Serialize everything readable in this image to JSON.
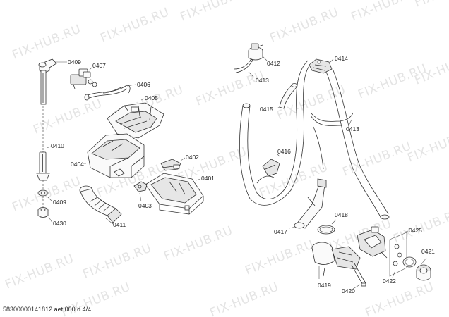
{
  "watermark": "FIX-HUB.RU",
  "footer": "58300000141812 aet 000 d 4/4",
  "labels": {
    "p0409a": "0409",
    "p0407": "0407",
    "p0406": "0406",
    "p0405": "0405",
    "p0410": "0410",
    "p0404": "0404",
    "p0402": "0402",
    "p0401": "0401",
    "p0403": "0403",
    "p0409b": "0409",
    "p0430": "0430",
    "p0411": "0411",
    "p0412": "0412",
    "p0413a": "0413",
    "p0414": "0414",
    "p0415": "0415",
    "p0413b": "0413",
    "p0416": "0416",
    "p0417": "0417",
    "p0418": "0418",
    "p0425": "0425",
    "p0421": "0421",
    "p0419": "0419",
    "p0420": "0420",
    "p0422": "0422"
  }
}
